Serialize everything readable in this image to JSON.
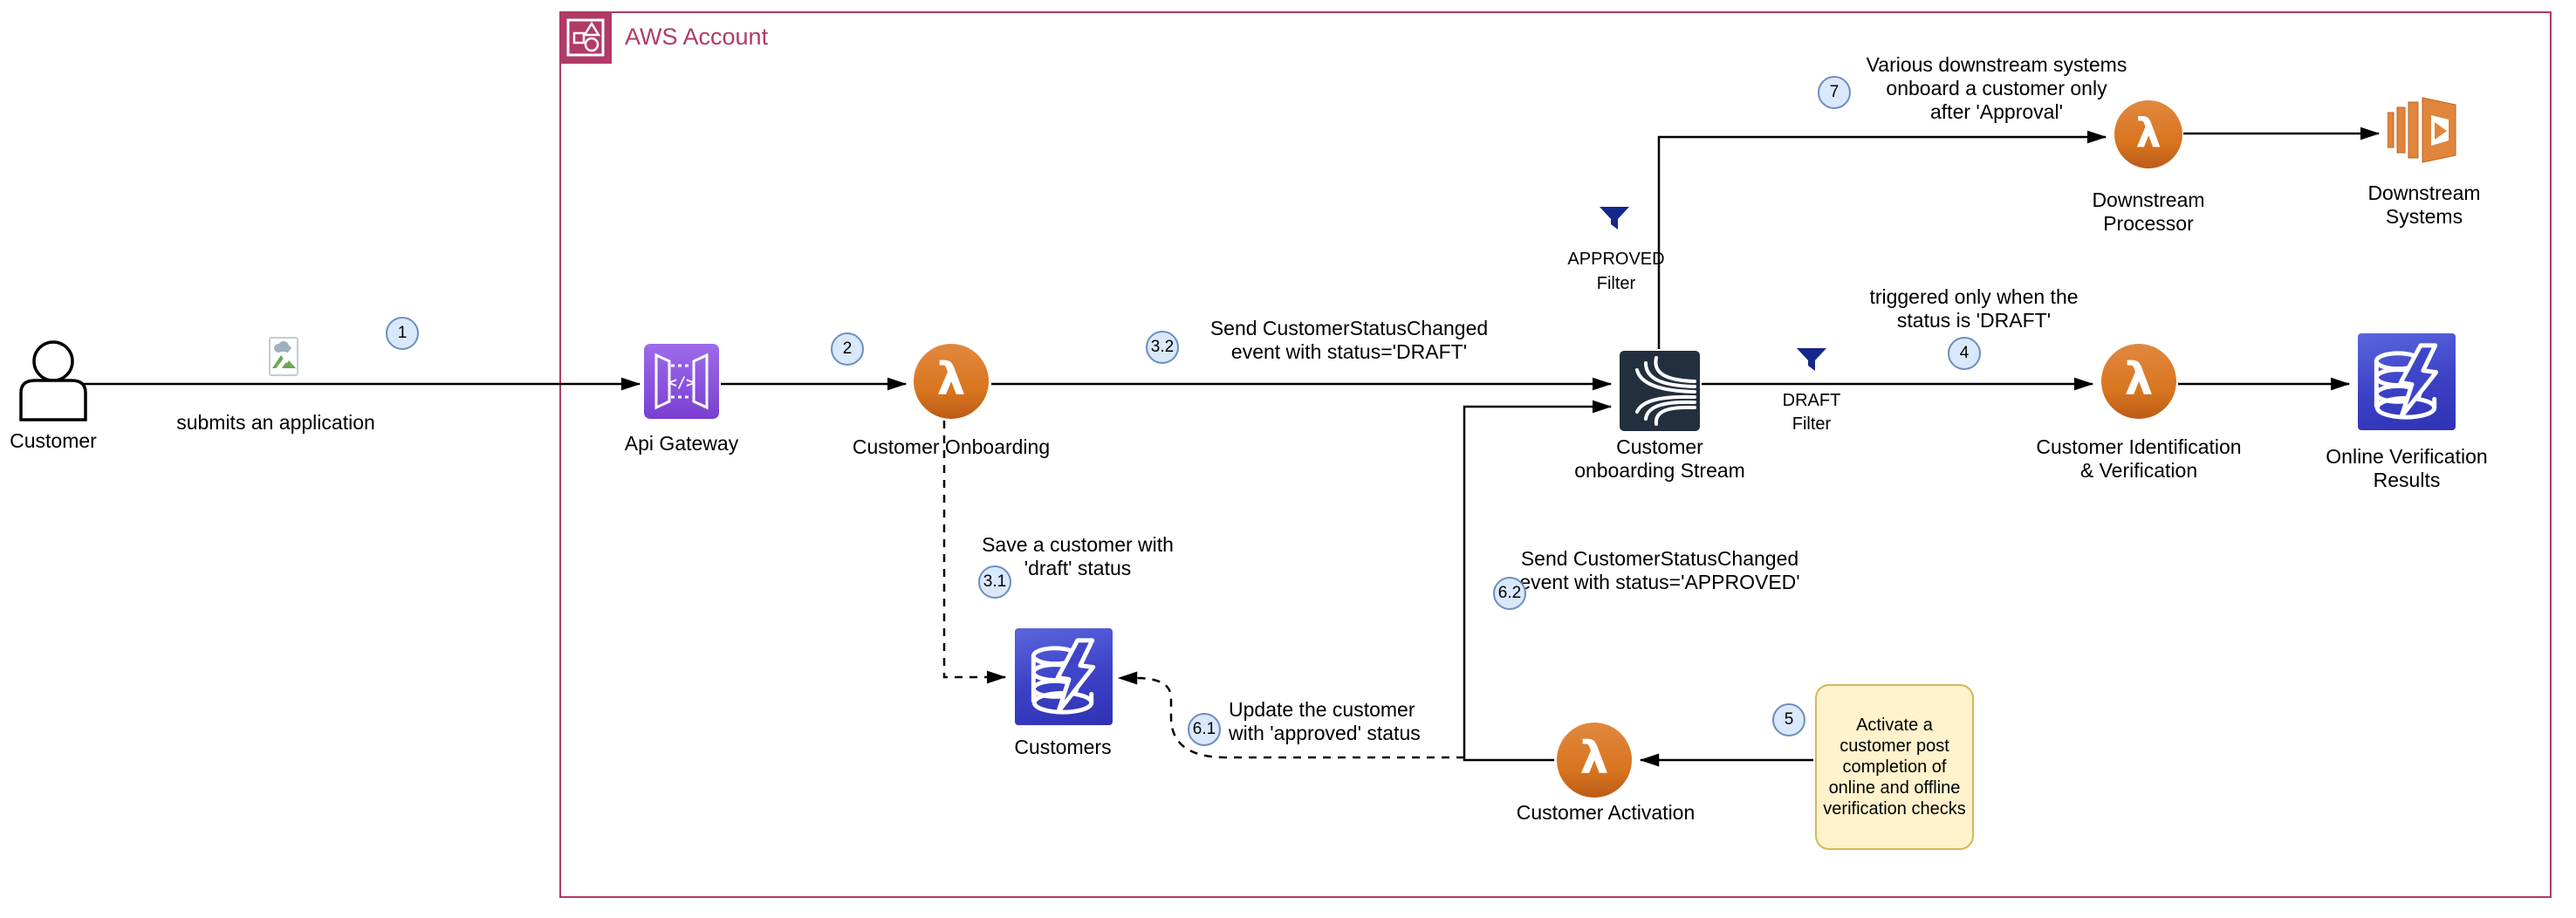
{
  "account": {
    "label": "AWS Account"
  },
  "nodes": {
    "customer": "Customer",
    "api_gateway": "Api Gateway",
    "customer_onboarding": "Customer Onboarding",
    "onboarding_stream": "Customer onboarding Stream",
    "customer_identification": "Customer Identification & Verification",
    "online_verification_results": "Online Verification Results",
    "downstream_processor": "Downstream Processor",
    "downstream_systems": "Downstream Systems",
    "customers_db": "Customers",
    "customer_activation": "Customer Activation"
  },
  "edge_labels": {
    "submits": "submits an application"
  },
  "filters": {
    "approved": {
      "name": "APPROVED",
      "type": "Filter"
    },
    "draft": {
      "name": "DRAFT",
      "type": "Filter"
    }
  },
  "steps": {
    "s1": {
      "num": "1"
    },
    "s2": {
      "num": "2"
    },
    "s3_1": {
      "num": "3.1",
      "text": "Save a customer with 'draft' status"
    },
    "s3_2": {
      "num": "3.2",
      "text": "Send CustomerStatusChanged event with status='DRAFT'"
    },
    "s4": {
      "num": "4",
      "text": "triggered only when the status is 'DRAFT'"
    },
    "s5": {
      "num": "5",
      "note": "Activate a customer post completion of online and offline verification checks"
    },
    "s6_1": {
      "num": "6.1",
      "text": "Update the customer with 'approved' status"
    },
    "s6_2": {
      "num": "6.2",
      "text": "Send CustomerStatusChanged event with status='APPROVED'"
    },
    "s7": {
      "num": "7",
      "text": "Various downstream systems onboard a customer only after 'Approval'"
    }
  },
  "colors": {
    "accent": "#B13A67",
    "stream": "#232F3E",
    "lambda-orange": "#D9751F",
    "db-blue": "#3B40C5",
    "apigw-purple": "#8A55DE",
    "funnel-navy": "#15278D",
    "badge-fill": "#DAE8FC",
    "badge-border": "#6C8EBF",
    "note-fill": "#FFF2CC",
    "note-border": "#D6B656",
    "ds-orange": "#E0853C"
  }
}
